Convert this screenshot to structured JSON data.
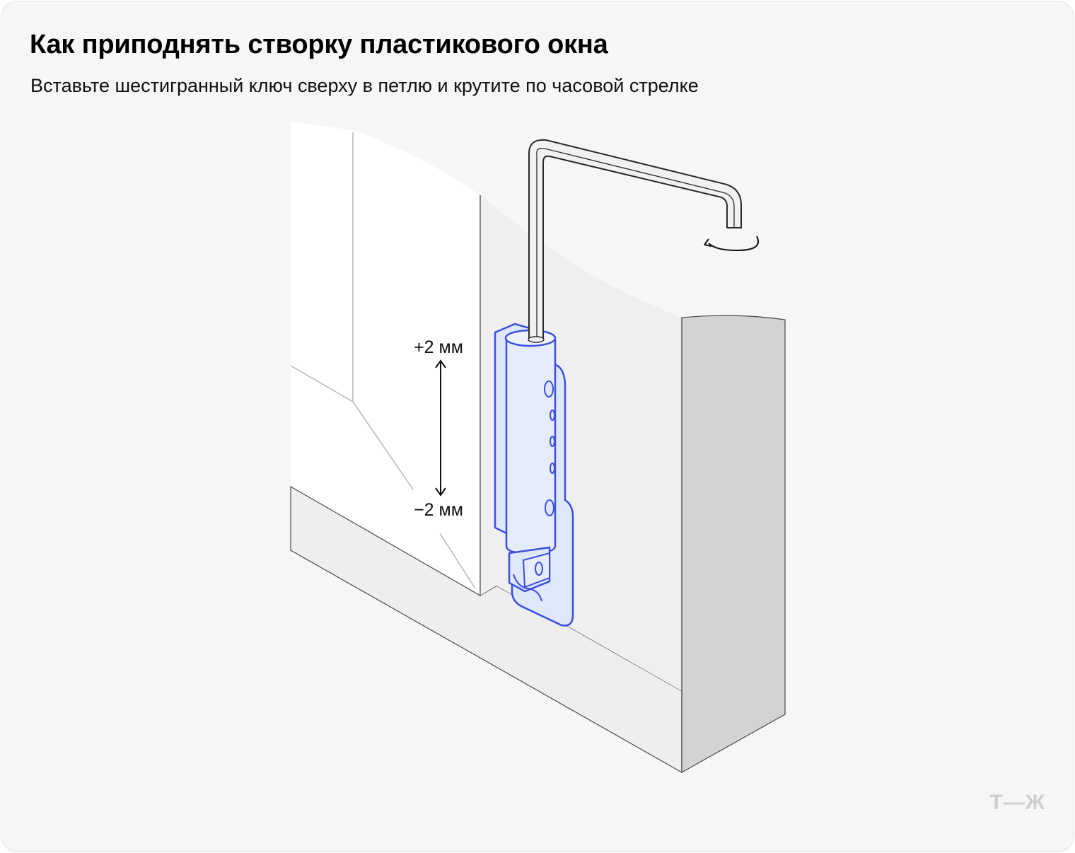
{
  "header": {
    "title": "Как приподнять створку пластикового окна",
    "subtitle": "Вставьте шестигранный ключ сверху в петлю и крутите по часовой стрелке"
  },
  "diagram": {
    "label_up": "+2 мм",
    "label_down": "−2 мм",
    "icons": [
      "hex-key-icon",
      "hinge-icon",
      "rotate-clockwise-arrow-icon",
      "double-arrow-icon"
    ]
  },
  "brand": {
    "logo_text": "Т—Ж"
  },
  "colors": {
    "hinge_stroke": "#3b4fe0",
    "hinge_fill": "#dfe7fb",
    "frame_front": "#efefef",
    "frame_side": "#d3d3d3",
    "window_white": "#ffffff"
  }
}
